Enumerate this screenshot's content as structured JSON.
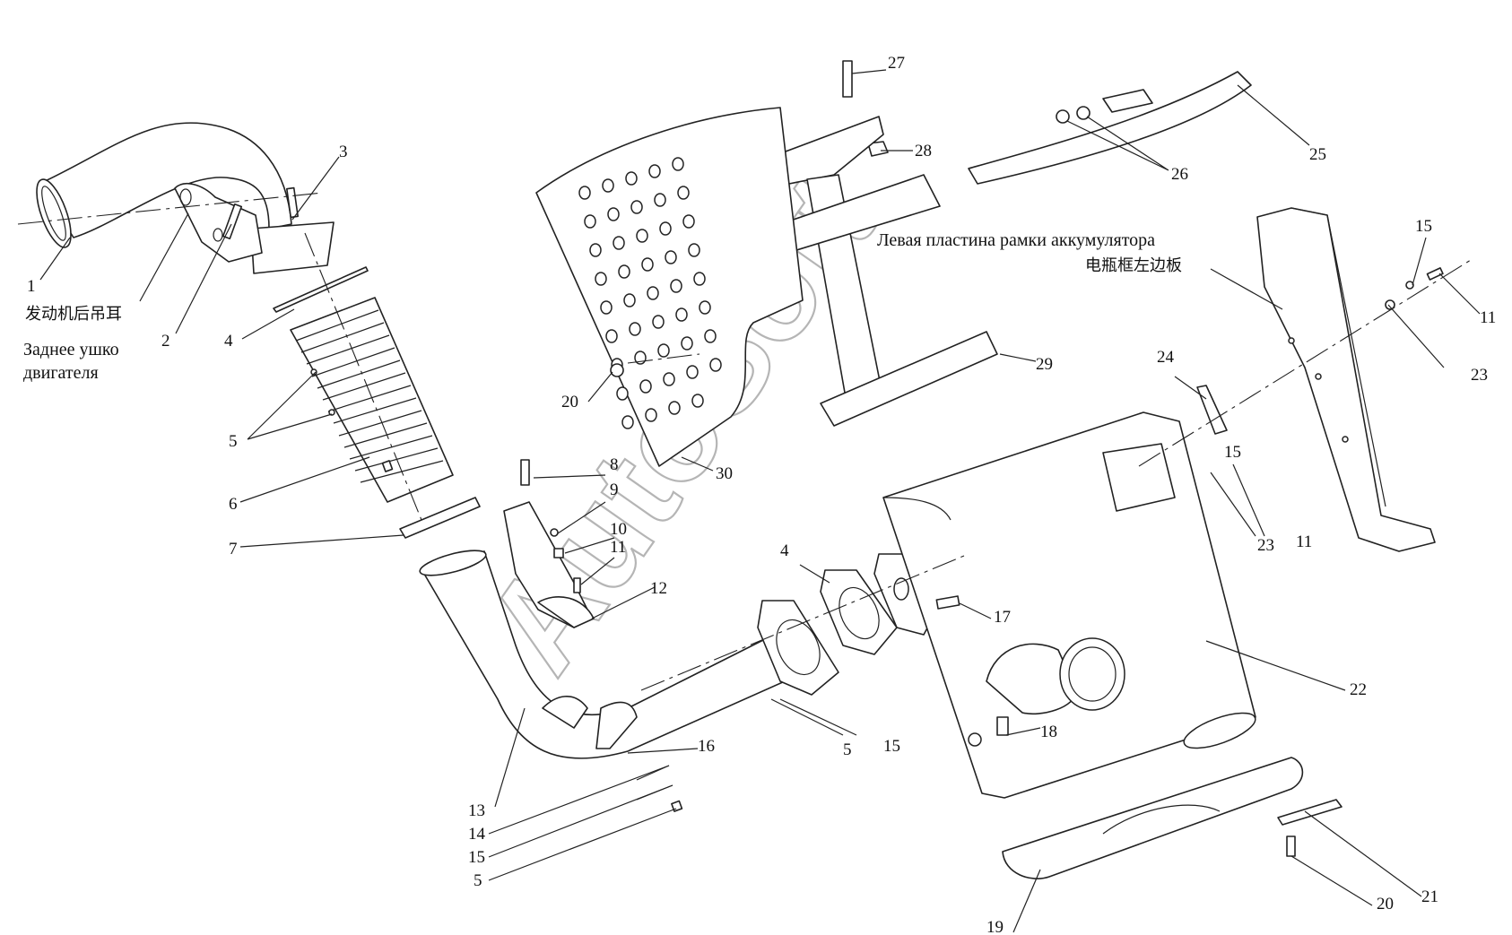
{
  "watermark": "AutoSoft",
  "notes": {
    "lifting_eye_cn": "发动机后吊耳",
    "lifting_eye_ru_1": "Заднее ушко",
    "lifting_eye_ru_2": "двигателя",
    "battery_plate_ru": "Левая пластина рамки аккумулятора",
    "battery_plate_cn": "电瓶框左边板"
  },
  "callouts": [
    "1",
    "2",
    "3",
    "4",
    "5",
    "6",
    "7",
    "8",
    "9",
    "10",
    "11",
    "12",
    "13",
    "14",
    "15",
    "5",
    "16",
    "4",
    "15",
    "5",
    "17",
    "18",
    "19",
    "20",
    "21",
    "22",
    "15",
    "23",
    "11",
    "24",
    "15",
    "23",
    "11",
    "25",
    "26",
    "27",
    "28",
    "29",
    "20",
    "30"
  ]
}
